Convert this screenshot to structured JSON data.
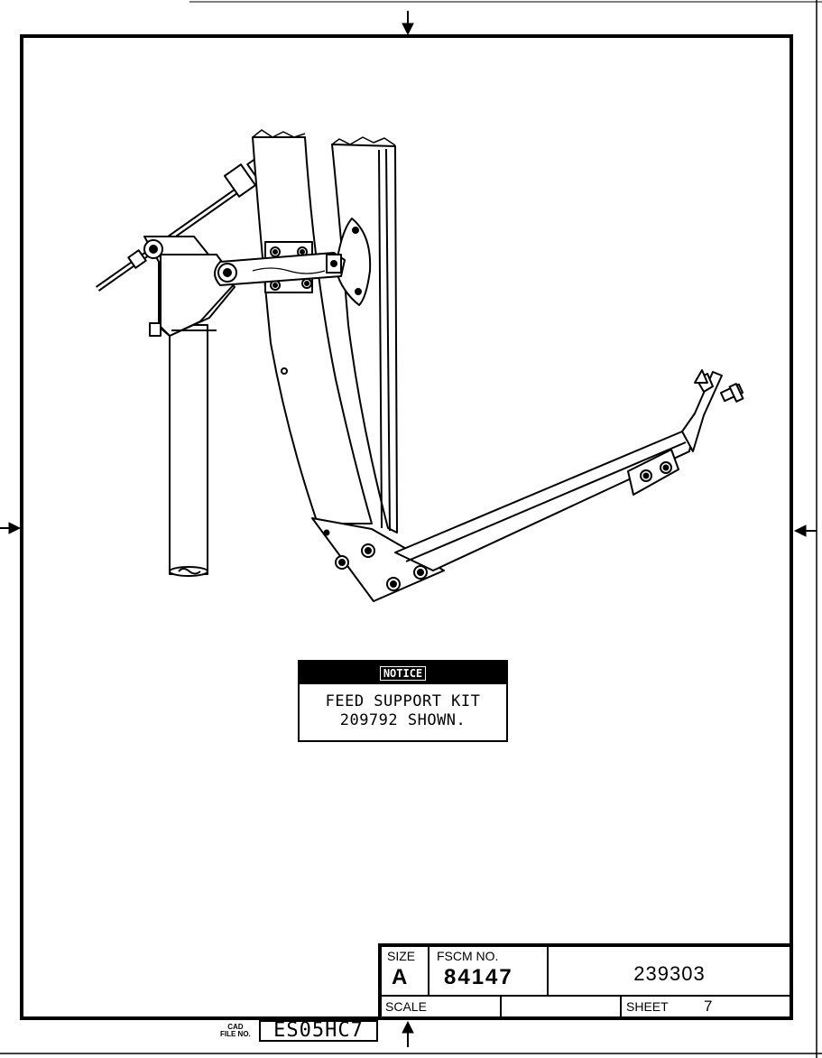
{
  "notice": {
    "header": "NOTICE",
    "line1": "FEED SUPPORT KIT",
    "line2": "209792 SHOWN."
  },
  "title_block": {
    "size_label": "SIZE",
    "size_value": "A",
    "fscm_label": "FSCM NO.",
    "fscm_value": "84147",
    "drawing_number": "239303",
    "scale_label": "SCALE",
    "scale_value": "",
    "sheet_label": "SHEET",
    "sheet_value": "7"
  },
  "cad_file": {
    "label_top": "CAD",
    "label_bottom": "FILE NO.",
    "value": "ES05HC7"
  }
}
